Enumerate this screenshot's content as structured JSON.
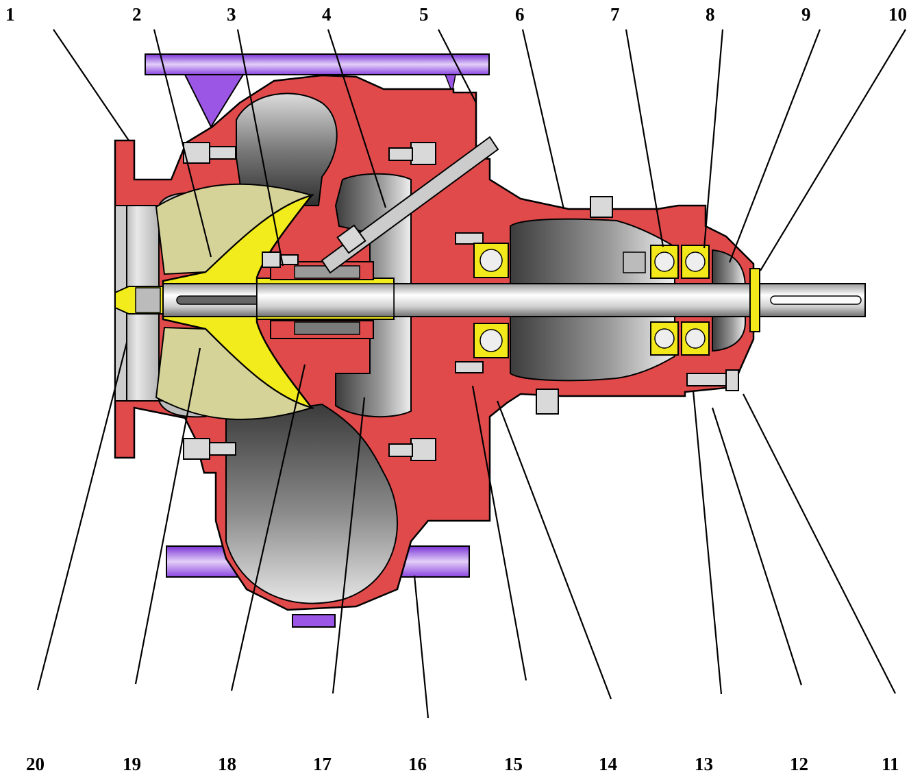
{
  "colors": {
    "casing": "#e04a4a",
    "impeller": "#f2ec1c",
    "vane": "#d6d398",
    "flange": "#9b56e6",
    "bearing": "#f3e81a"
  },
  "labels": {
    "top": [
      "1",
      "2",
      "3",
      "4",
      "5",
      "6",
      "7",
      "8",
      "9",
      "10"
    ],
    "bottom": [
      "20",
      "19",
      "18",
      "17",
      "16",
      "15",
      "14",
      "13",
      "12",
      "11"
    ]
  }
}
